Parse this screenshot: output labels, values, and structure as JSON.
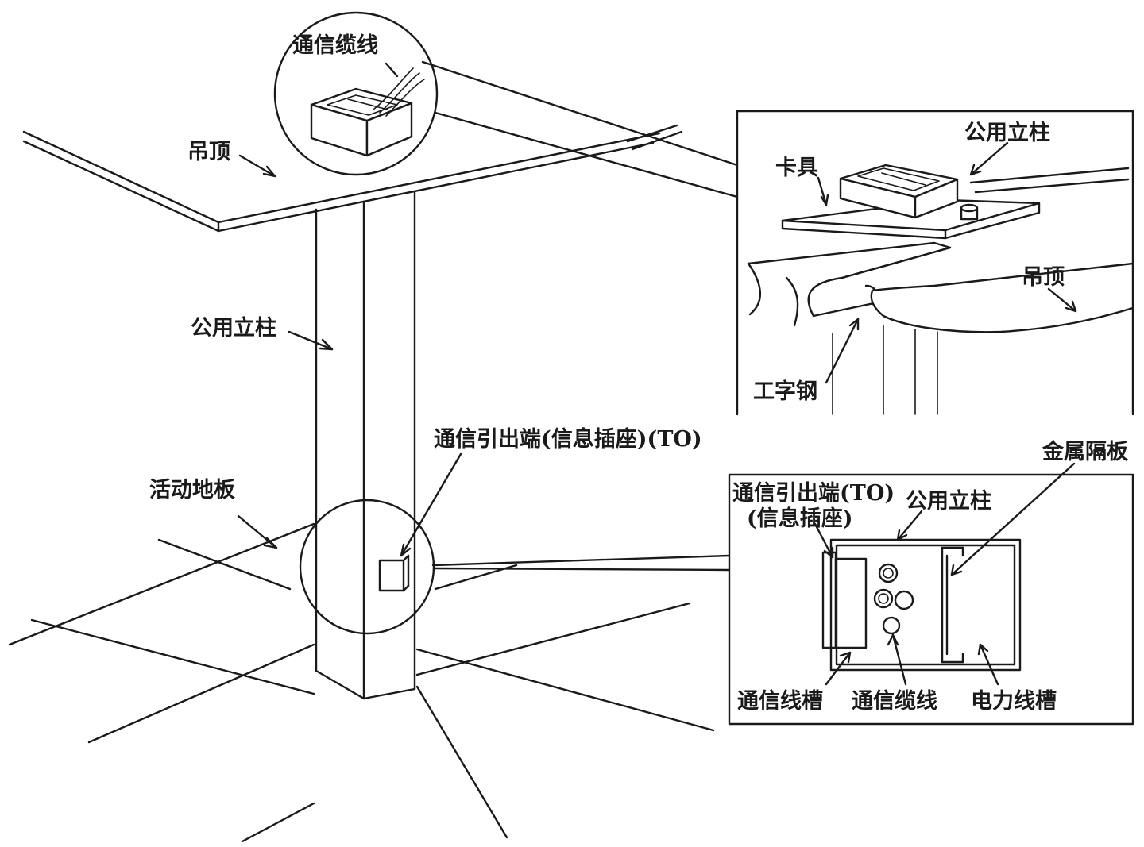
{
  "labels": {
    "cable_top": "通信缆线",
    "ceiling": "吊顶",
    "common_column_main": "公用立柱",
    "raised_floor": "活动地板",
    "outlet_main": "通信引出端(信息插座)(TO)",
    "column_top_inset": "公用立柱",
    "clamp": "卡具",
    "ceiling_inset": "吊顶",
    "i_beam": "工字钢",
    "metal_partition": "金属隔板",
    "outlet_inset_line1": "通信引出端(TO)",
    "outlet_inset_line2": "(信息插座)",
    "column_inset": "公用立柱",
    "comm_trough": "通信线槽",
    "comm_cable": "通信缆线",
    "power_trough": "电力线槽"
  }
}
